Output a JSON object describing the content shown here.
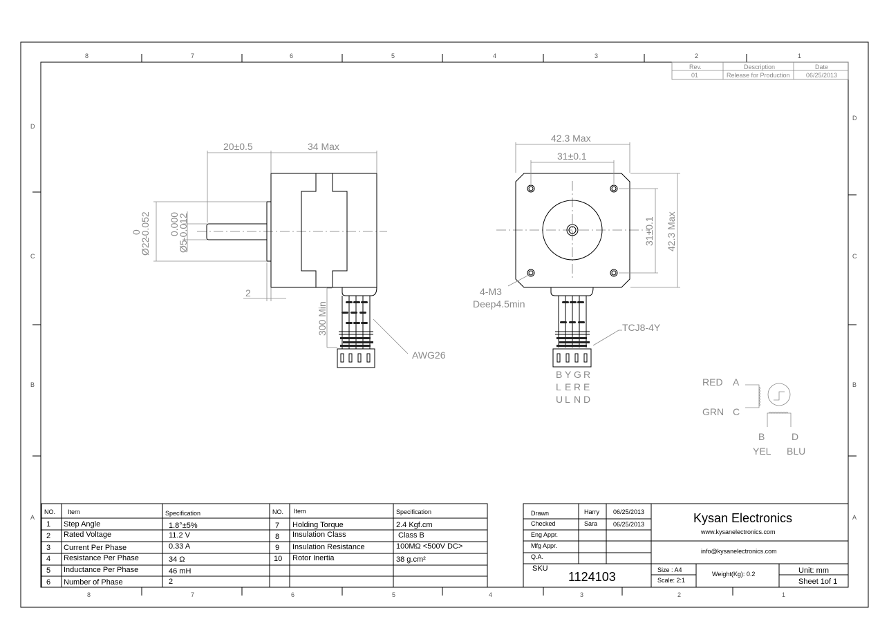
{
  "zones": {
    "columns": [
      "8",
      "7",
      "6",
      "5",
      "4",
      "3",
      "2",
      "1"
    ],
    "rows": [
      "D",
      "C",
      "B",
      "A"
    ]
  },
  "revision": {
    "headers": [
      "Rev.",
      "Description",
      "Date"
    ],
    "rows": [
      [
        "01",
        "Release for Production",
        "06/25/2013"
      ]
    ]
  },
  "side_view": {
    "shaft_length": "20±0.5",
    "body_length": "34 Max",
    "flange_dia_nominal": "Ø22",
    "flange_dia_tol_upper": "0",
    "flange_dia_tol_lower": "-0.052",
    "shaft_dia_nominal": "Ø5",
    "shaft_dia_tol_upper": "0.000",
    "shaft_dia_tol_lower": "-0.012",
    "flange_thickness": "2",
    "lead_length": "300 Min",
    "wire_label": "AWG26"
  },
  "front_view": {
    "width_max": "42.3 Max",
    "hole_spacing_h": "31±0.1",
    "hole_spacing_v": "31±0.1",
    "height_max": "42.3 Max",
    "holes_label": "4-M3",
    "holes_depth": "Deep4.5min",
    "connector_label": "TCJ8-4Y",
    "wire_colors": [
      [
        "B",
        "L",
        "U"
      ],
      [
        "Y",
        "E",
        "L"
      ],
      [
        "G",
        "R",
        "N"
      ],
      [
        "R",
        "E",
        "D"
      ]
    ]
  },
  "wiring": {
    "red": "RED",
    "a": "A",
    "grn": "GRN",
    "c": "C",
    "b": "B",
    "d": "D",
    "yel": "YEL",
    "blu": "BLU"
  },
  "spec_table": {
    "headers": [
      "NO.",
      "Item",
      "Specification",
      "NO.",
      "Item",
      "Specification"
    ],
    "left": [
      [
        "1",
        "Step Angle",
        "1.8°±5%"
      ],
      [
        "2",
        "Rated Voltage",
        "11.2 V"
      ],
      [
        "3",
        "Current Per Phase",
        "0.33 A"
      ],
      [
        "4",
        "Resistance Per Phase",
        "34 Ω"
      ],
      [
        "5",
        "Inductance Per Phase",
        "46 mH"
      ],
      [
        "6",
        "Number of Phase",
        "2"
      ]
    ],
    "right": [
      [
        "7",
        "Holding Torque",
        "2.4 Kgf.cm"
      ],
      [
        "8",
        "Insulation Class",
        "Class B"
      ],
      [
        "9",
        "Insulation Resistance",
        "100MΩ <500V DC>"
      ],
      [
        "10",
        "Rotor Inertia",
        "38 g.cm²"
      ]
    ]
  },
  "title_block": {
    "approvals": [
      [
        "Drawn",
        "Harry",
        "06/25/2013"
      ],
      [
        "Checked",
        "Sara",
        "06/25/2013"
      ],
      [
        "Eng Appr.",
        "",
        ""
      ],
      [
        "Mfg Appr.",
        "",
        ""
      ],
      [
        "Q.A.",
        "",
        ""
      ]
    ],
    "company": "Kysan Electronics",
    "website": "www.kysanelectronics.com",
    "email": "info@kysanelectronics.com",
    "sku_label": "SKU",
    "sku": "1124103",
    "size": "Size : A4",
    "scale": "Scale: 2:1",
    "weight": "Weight(Kg):  0.2",
    "unit": "Unit: mm",
    "sheet": "Sheet 1of 1"
  }
}
